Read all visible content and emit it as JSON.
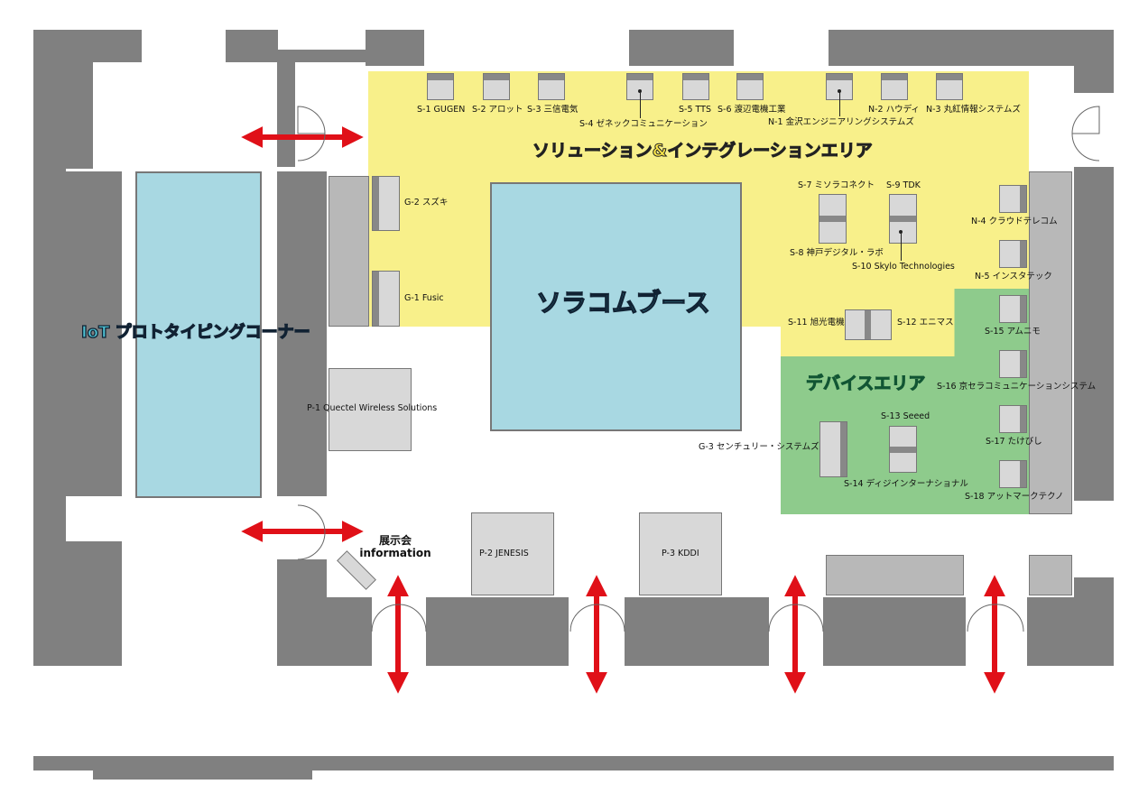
{
  "zones": {
    "solution": "ソリューション&インテグレーションエリア",
    "soracom": "ソラコムブース",
    "iot": "IoT プロトタイピングコーナー",
    "device": "デバイスエリア"
  },
  "info": {
    "line1": "展示会",
    "line2": "information"
  },
  "booths": {
    "s1": "S-1 GUGEN",
    "s2": "S-2 アロット",
    "s3": "S-3 三信電気",
    "s4": "S-4 ゼネックコミュニケーション",
    "s5": "S-5 TTS",
    "s6": "S-6 渡辺電機工業",
    "n1": "N-1 金沢エンジニアリングシステムズ",
    "n2": "N-2 ハウディ",
    "n3": "N-3 丸紅情報システムズ",
    "g2": "G-2 スズキ",
    "g1": "G-1 Fusic",
    "s7": "S-7 ミソラコネクト",
    "s9": "S-9 TDK",
    "s8": "S-8 神戸デジタル・ラボ",
    "s10": "S-10 Skylo Technologies",
    "n4": "N-4 クラウドテレコム",
    "n5": "N-5 インスタテック",
    "s11": "S-11 旭光電機",
    "s12": "S-12 エニマス",
    "s15": "S-15 アムニモ",
    "s16": "S-16 京セラコミュニケーションシステム",
    "s13": "S-13 Seeed",
    "g3": "G-3 センチュリー・システムズ",
    "s17": "S-17 たけびし",
    "s14": "S-14 ディジインターナショナル",
    "s18": "S-18 アットマークテクノ",
    "p1": "P-1 Quectel Wireless Solutions",
    "p2": "P-2 JENESIS",
    "p3": "P-3 KDDI"
  },
  "colors": {
    "wall": "#808080",
    "solution_area": "#f8f08a",
    "device_area": "#8ecb8c",
    "booth_area": "#a8d8e2",
    "arrow": "#e01018"
  }
}
